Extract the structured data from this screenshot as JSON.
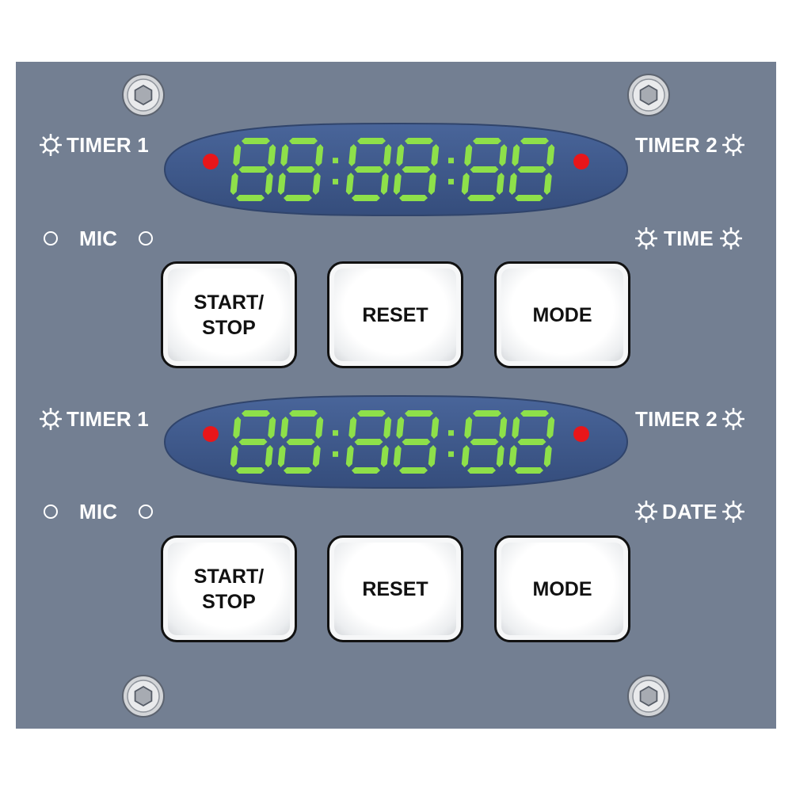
{
  "panels": [
    {
      "display_digits": "88:88:88",
      "timer1_label": "TIMER 1",
      "timer2_label": "TIMER 2",
      "mic_label": "MIC",
      "mode_indicator_label": "TIME",
      "buttons": {
        "start_stop": "START/\nSTOP",
        "reset": "RESET",
        "mode": "MODE"
      }
    },
    {
      "display_digits": "88:88:88",
      "timer1_label": "TIMER 1",
      "timer2_label": "TIMER 2",
      "mic_label": "MIC",
      "mode_indicator_label": "DATE",
      "buttons": {
        "start_stop": "START/\nSTOP",
        "reset": "RESET",
        "mode": "MODE"
      }
    }
  ],
  "colors": {
    "panel": "#737f92",
    "display_bg": "#3c5686",
    "segment_on": "#8ee04a",
    "indicator_led": "#e8161a",
    "label_text": "#ffffff"
  },
  "icons": [
    "sun-icon",
    "screw-icon",
    "led-ring-icon",
    "indicator-led-icon"
  ]
}
